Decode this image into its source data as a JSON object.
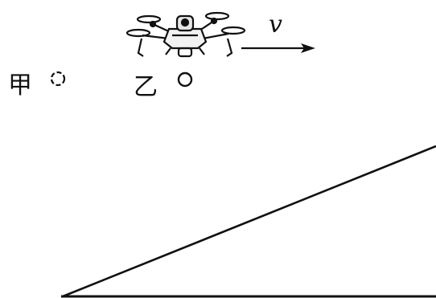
{
  "labels": {
    "jia": "甲",
    "yi": "乙",
    "velocity": "v"
  },
  "icons": {
    "drone": "drone-icon",
    "arrow": "arrow-right-icon"
  },
  "colors": {
    "ink": "#111111",
    "background": "#ffffff"
  }
}
